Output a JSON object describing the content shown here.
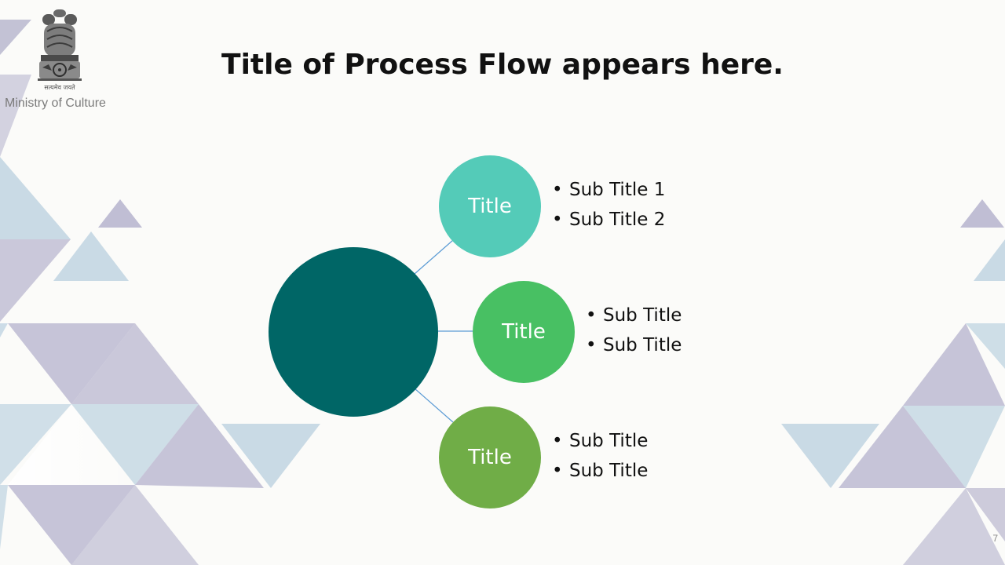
{
  "branding": {
    "ministry_label": "Ministry of Culture",
    "emblem_motto": "सत्यमेव जयते"
  },
  "slide": {
    "title": "Title of Process Flow appears here.",
    "page_number": "7",
    "hub_color": "#006666",
    "nodes": [
      {
        "label": "Title",
        "color": "#54cbb8",
        "subtitles": [
          "Sub Title 1",
          "Sub Title 2"
        ]
      },
      {
        "label": "Title",
        "color": "#48c063",
        "subtitles": [
          "Sub Title",
          "Sub Title"
        ]
      },
      {
        "label": "Title",
        "color": "#70ad47",
        "subtitles": [
          "Sub Title",
          "Sub Title"
        ]
      }
    ],
    "connector_color": "#5b9bd5"
  },
  "theme": {
    "triangle_lilac": "#b4b2cc",
    "triangle_blue": "#c4d7e3"
  }
}
